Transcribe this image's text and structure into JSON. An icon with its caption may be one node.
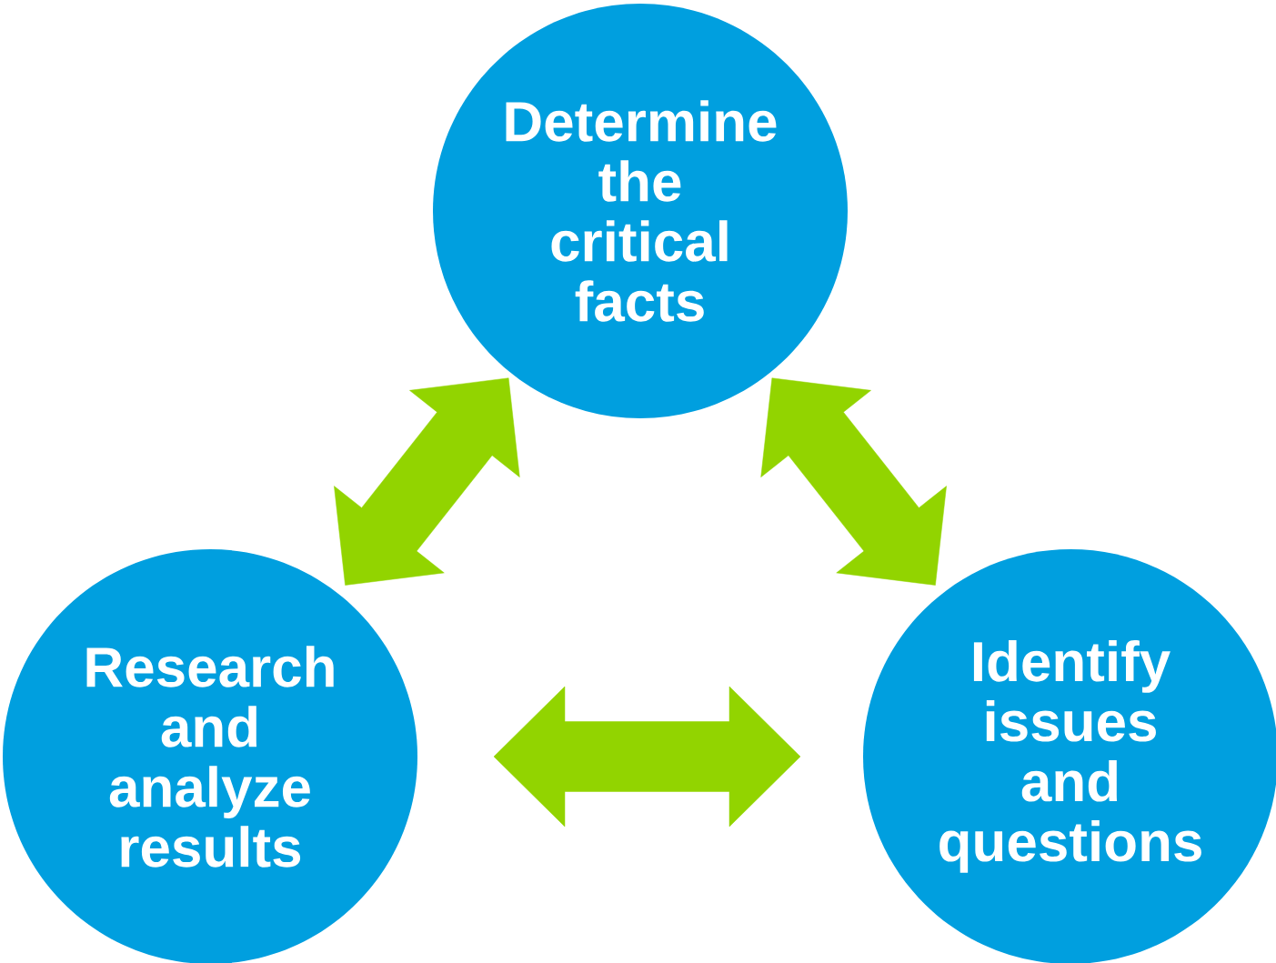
{
  "diagram": {
    "nodes": [
      {
        "text": [
          "Determine the critical facts"
        ]
      },
      {
        "text": [
          "Research and analyze results"
        ]
      },
      {
        "text": [
          "Identify issues and questions"
        ]
      }
    ],
    "edges": [
      {
        "from": 0,
        "to": 1,
        "arrow": "both"
      },
      {
        "from": 0,
        "to": 2,
        "arrow": "both"
      },
      {
        "from": 1,
        "to": 2,
        "arrow": "both"
      }
    ]
  }
}
